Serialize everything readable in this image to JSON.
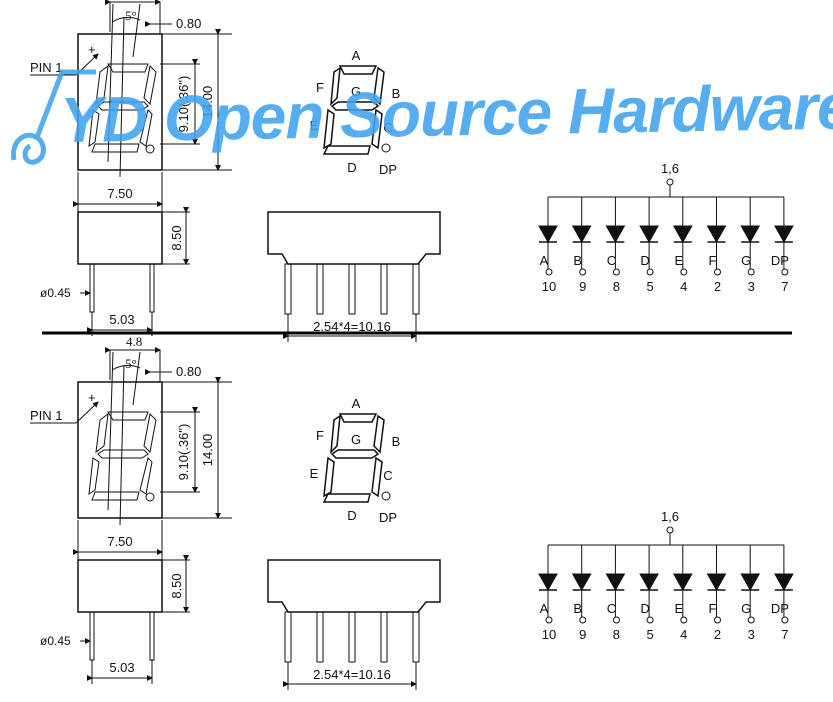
{
  "watermark": {
    "text": "YD Open Source Hardware",
    "color": "#3fa2ee"
  },
  "dims": {
    "top_width": "4.8",
    "angle": "5°",
    "pitch_offset": "0.80",
    "pin1": "PIN 1",
    "plus": "+",
    "digit_height": "9.10(.36\")",
    "body_height": "14.00",
    "body_width": "7.50",
    "depth": "8.50",
    "pin_diameter": "ø0.45",
    "pin_spacing": "5.03",
    "row_pitch": "2.54*4=10.16"
  },
  "segments": {
    "a": "A",
    "b": "B",
    "c": "C",
    "d": "D",
    "e": "E",
    "f": "F",
    "g": "G",
    "dp": "DP"
  },
  "circuit": {
    "common_label": "1,6",
    "diodes": [
      {
        "segment": "A",
        "pin": "10"
      },
      {
        "segment": "B",
        "pin": "9"
      },
      {
        "segment": "C",
        "pin": "8"
      },
      {
        "segment": "D",
        "pin": "5"
      },
      {
        "segment": "E",
        "pin": "4"
      },
      {
        "segment": "F",
        "pin": "2"
      },
      {
        "segment": "G",
        "pin": "3"
      },
      {
        "segment": "DP",
        "pin": "7"
      }
    ]
  }
}
